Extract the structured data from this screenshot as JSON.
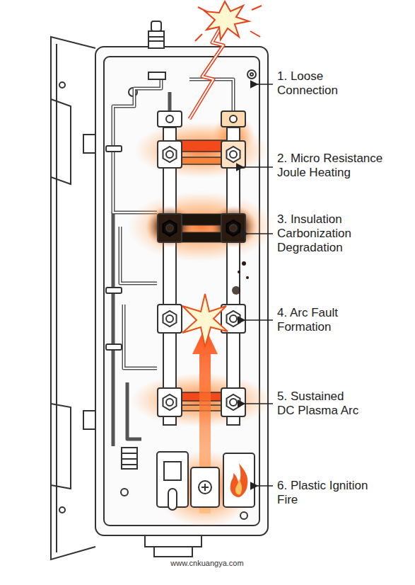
{
  "diagram": {
    "labels": [
      "1. Loose Connection",
      "2. Micro Resistance Joule Heating",
      "3. Insulation Carbonization Degradation",
      "4. Arc Fault Formation",
      "5. Sustained DC Plasma Arc",
      "6. Plastic Ignition Fire",
      "www.cnkuangya.com"
    ]
  }
}
